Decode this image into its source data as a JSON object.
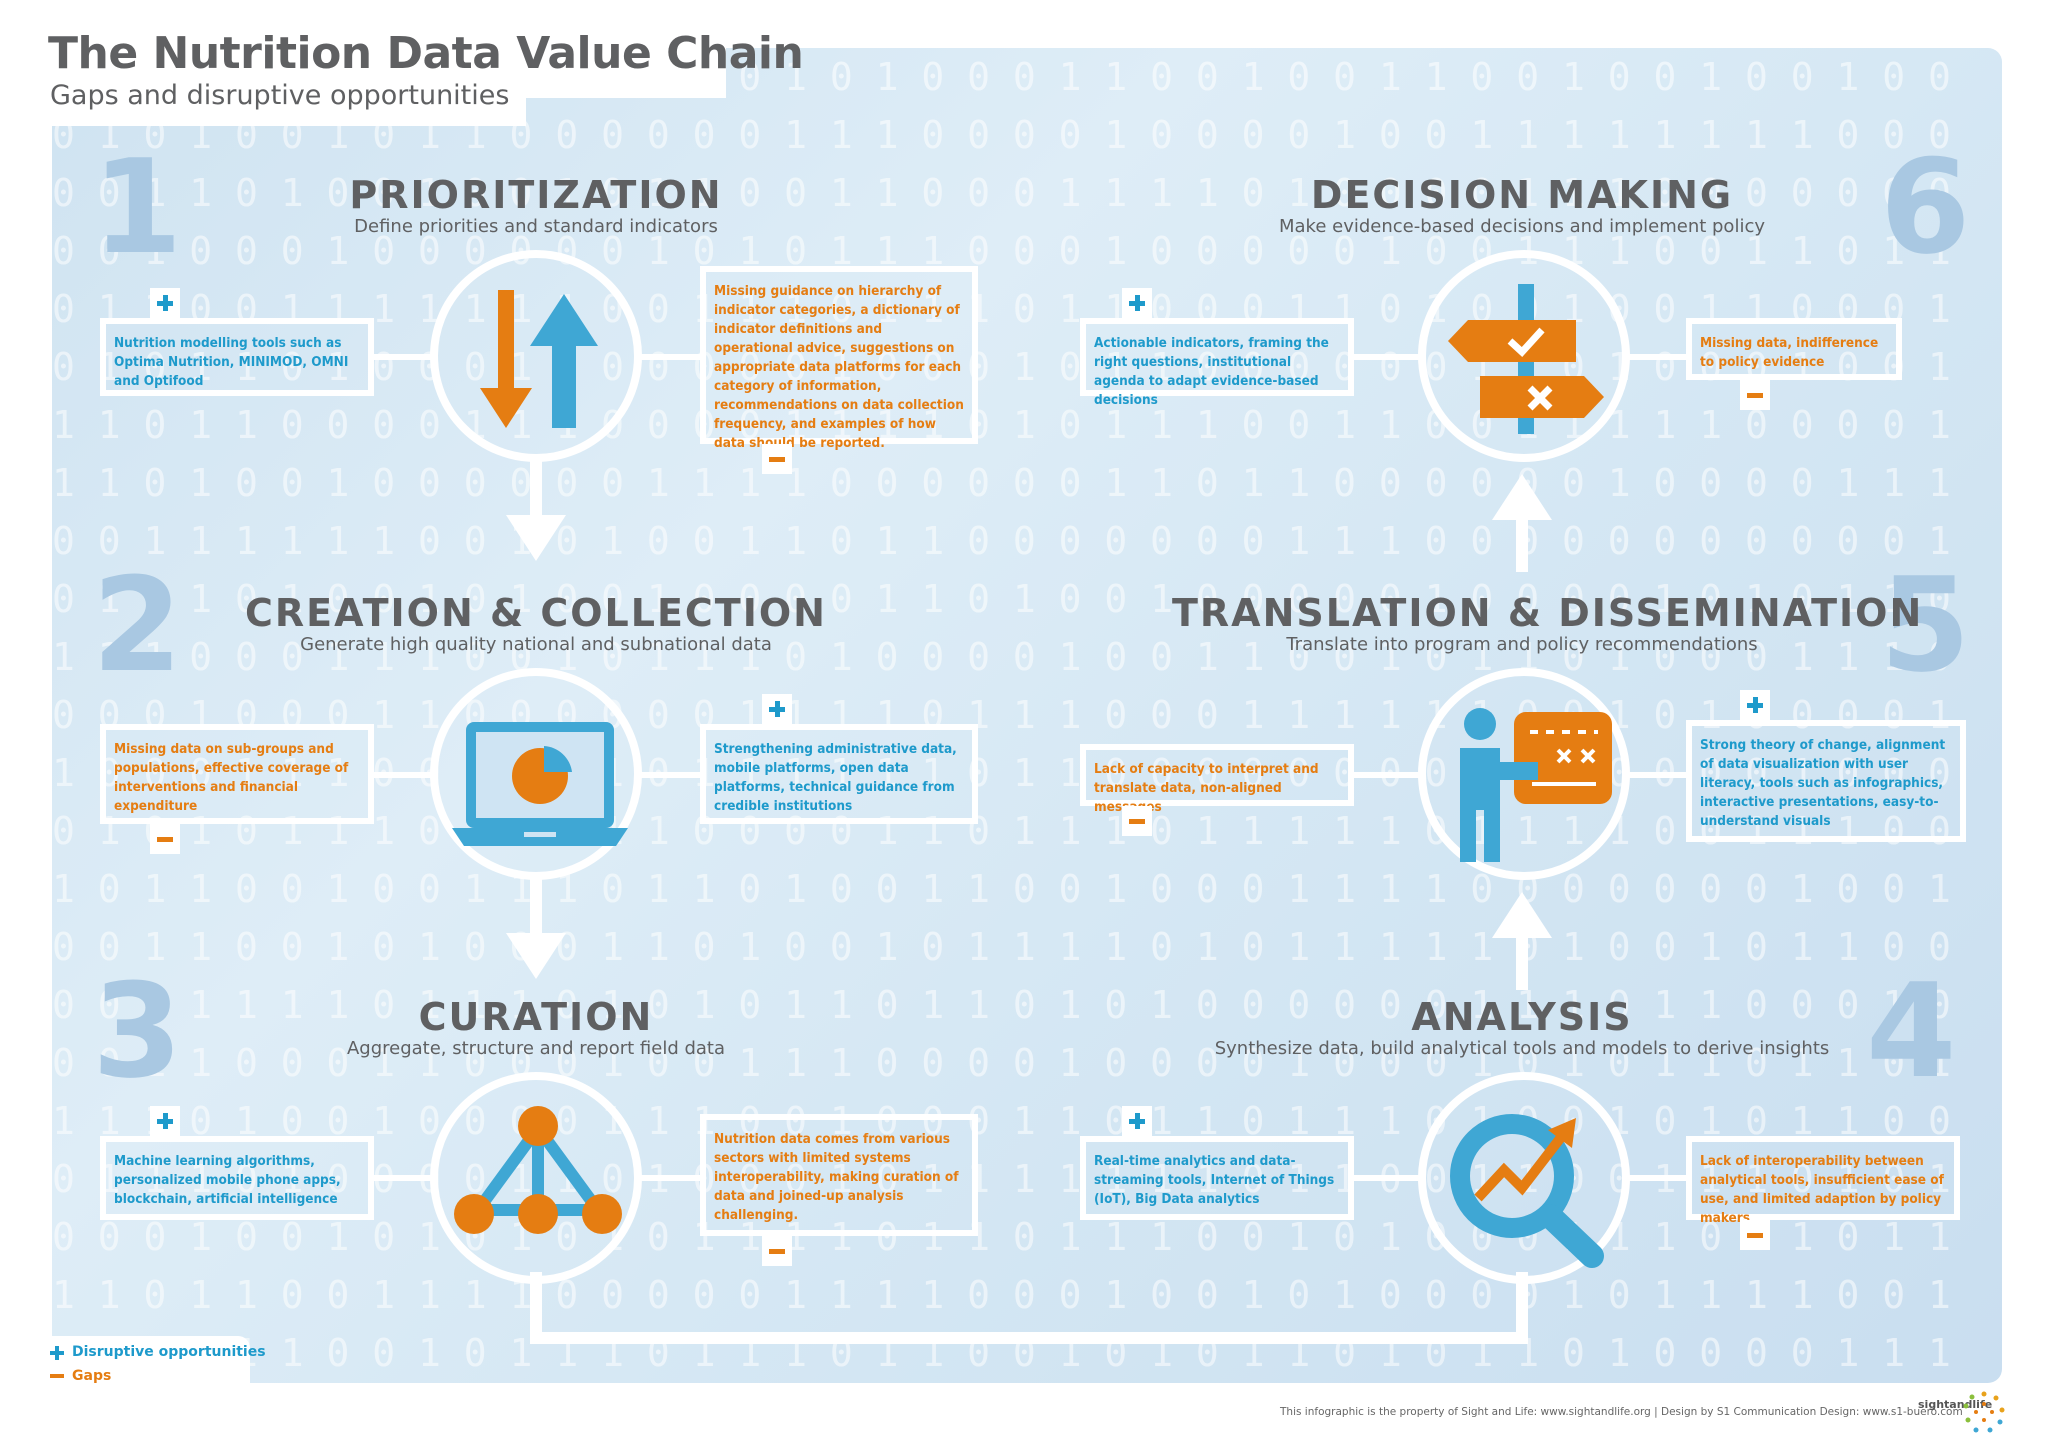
{
  "header": {
    "title": "The Nutrition Data Value Chain",
    "subtitle": "Gaps and disruptive opportunities"
  },
  "stages": [
    {
      "number": "1",
      "title": "PRIORITIZATION",
      "subtitle": "Define priorities and standard indicators",
      "icon": "up-down-arrows-icon",
      "opportunities": "Nutrition modelling tools such as Optima Nutrition, MINIMOD, OMNI and Optifood",
      "gaps": "Missing guidance on hierarchy of indicator categories, a dictionary of indicator definitions and operational advice, suggestions on appropriate data platforms for each category of information, recommendations on data collection frequency, and examples of how data should be reported."
    },
    {
      "number": "2",
      "title": "CREATION & COLLECTION",
      "subtitle": "Generate high quality national and subnational data",
      "icon": "laptop-chart-icon",
      "gaps": "Missing data on sub-groups and populations, effective coverage of interventions and financial expenditure",
      "opportunities": "Strengthening administrative data, mobile platforms, open data platforms, technical guidance from credible institutions"
    },
    {
      "number": "3",
      "title": "CURATION",
      "subtitle": "Aggregate, structure and report field data",
      "icon": "network-icon",
      "opportunities": "Machine learning algorithms, personalized mobile phone apps, blockchain, artificial intelligence",
      "gaps": "Nutrition data comes from various sectors with limited systems interoperability, making curation of data and joined-up analysis challenging."
    },
    {
      "number": "4",
      "title": "ANALYSIS",
      "subtitle": "Synthesize data, build analytical tools and models to derive insights",
      "icon": "magnifier-trend-icon",
      "opportunities": "Real-time analytics and data-streaming tools, Internet of Things (IoT), Big Data analytics",
      "gaps": "Lack of interoperability between analytical tools, insufficient ease of use, and limited adaption by policy makers"
    },
    {
      "number": "5",
      "title": "TRANSLATION & DISSEMINATION",
      "subtitle": "Translate into program and policy recommendations",
      "icon": "presenter-icon",
      "gaps": "Lack of capacity to interpret and translate data, non-aligned messages",
      "opportunities": "Strong theory of change, alignment of data visualization with user literacy, tools such as infographics, interactive presentations, easy-to-understand visuals"
    },
    {
      "number": "6",
      "title": "DECISION MAKING",
      "subtitle": "Make evidence-based decisions and implement policy",
      "icon": "signpost-icon",
      "opportunities": "Actionable indicators, framing the right questions, institutional agenda to adapt evidence-based decisions",
      "gaps": "Missing data, indifference to policy evidence"
    }
  ],
  "legend": {
    "opportunities": "Disruptive opportunities",
    "gaps": "Gaps"
  },
  "footer": {
    "credit": "This infographic is the property of Sight and Life: www.sightandlife.org | Design by S1 Communication Design: www.s1-buero.com",
    "logo": "sightandlife"
  },
  "colors": {
    "blue": "#1e9acb",
    "orange": "#e57d12",
    "panel": "#d6e8f4",
    "text": "#5f6062"
  }
}
